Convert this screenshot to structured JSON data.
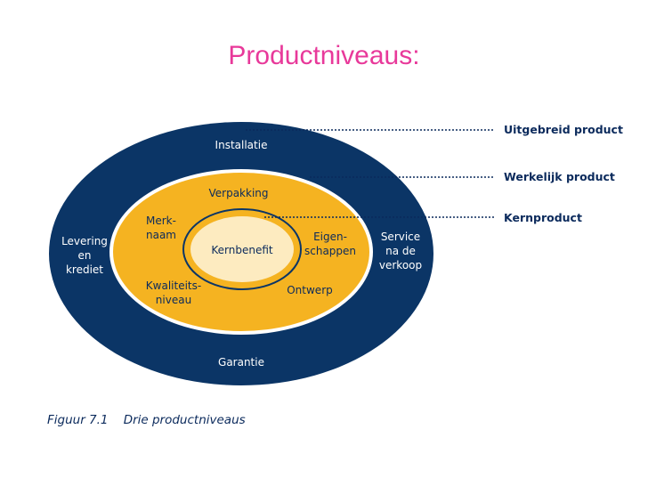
{
  "title": "Productniveaus:",
  "diagram": {
    "outer": {
      "top": "Installatie",
      "left": "Levering\nen\nkrediet",
      "right": "Service\nna de\nverkoop",
      "bottom": "Garantie"
    },
    "middle": {
      "top": "Verpakking",
      "topleft": "Merk-\nnaam",
      "topright": "Eigen-\nschappen",
      "bottomleft": "Kwaliteits-\nniveau",
      "bottomright": "Ontwerp"
    },
    "core": "Kernbenefit"
  },
  "legend": {
    "extended": "Uitgebreid product",
    "actual": "Werkelijk product",
    "core": "Kernproduct"
  },
  "caption": {
    "number": "Figuur 7.1",
    "text": "Drie productniveaus"
  },
  "colors": {
    "title": "#e8399a",
    "outer_ring": "#0b3566",
    "middle_ring": "#f5b321",
    "core": "#fdebc0"
  }
}
